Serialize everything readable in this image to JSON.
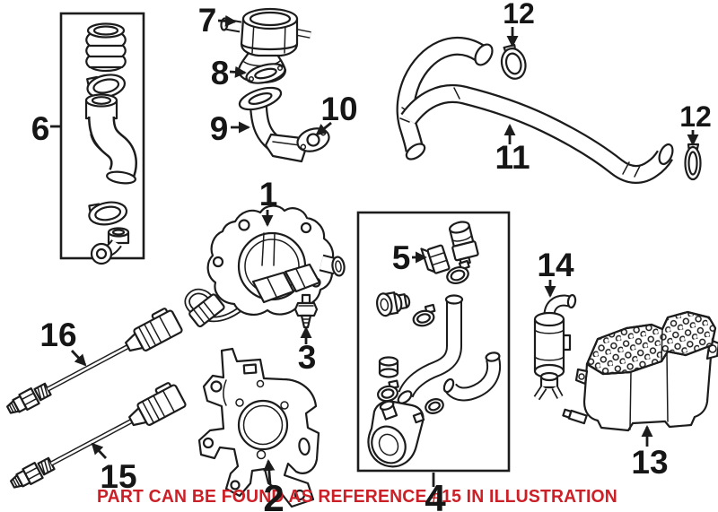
{
  "diagram": {
    "caption": {
      "text": "PART CAN BE FOUND AS REFERENCE #15 IN ILLUSTRATION",
      "color": "#cb2027"
    },
    "labels": {
      "p1": "1",
      "p2": "2",
      "p3": "3",
      "p4": "4",
      "p5": "5",
      "p6": "6",
      "p7": "7",
      "p8": "8",
      "p9": "9",
      "p10": "10",
      "p11": "11",
      "p12a": "12",
      "p12b": "12",
      "p13": "13",
      "p14": "14",
      "p15": "15",
      "p16": "16"
    },
    "palette": {
      "line": "#1c1c1c",
      "background": "#ffffff",
      "caption_red": "#cb2027"
    }
  }
}
